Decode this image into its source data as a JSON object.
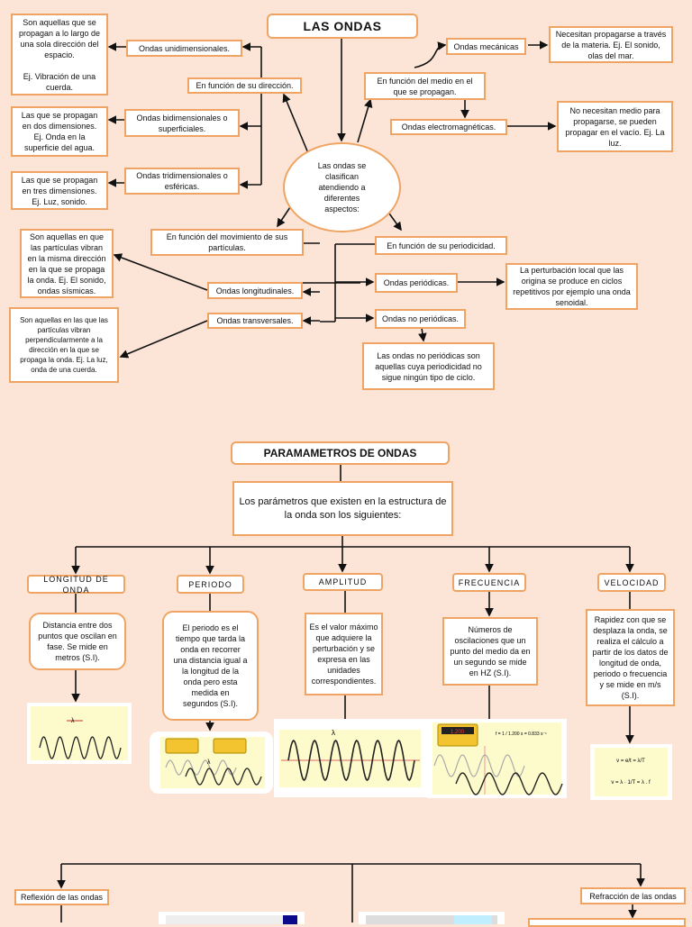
{
  "colors": {
    "background": "#fce5d6",
    "box_border": "#f0a464",
    "image_background": "#fdfbcc"
  },
  "section1": {
    "title": "LAS ONDAS",
    "center": "Las ondas se\nclasifican\natendiendo a\ndiferentes\naspectos:",
    "direccion": {
      "label": "En función de  su dirección.",
      "uni": "Ondas unidimensionales.",
      "uni_desc": "Son aquellas que se\npropagan a lo largo de\nuna sola dirección del\nespacio.\n\nEj. Vibración de una\ncuerda.",
      "bi": "Ondas bidimensionales o\nsuperficiales.",
      "bi_desc": "Las que se propagan\nen dos dimensiones.\nEj. Onda en la\nsuperficie del agua.",
      "tri": "Ondas tridimensionales o\nesféricas.",
      "tri_desc": "Las que se propagan\nen tres dimensiones.\nEj. Luz, sonido."
    },
    "medio": {
      "label": "En función del medio en el\nque se propagan.",
      "mec": "Ondas mecánicas",
      "mec_desc": "Necesitan propagarse a través\nde la materia. Ej. El sonido,\nolas del mar.",
      "em": "Ondas electromagnéticas.",
      "em_desc": "No necesitan medio para\npropagarse, se pueden\npropagar en el vacío. Ej. La\nluz."
    },
    "movimiento": {
      "label": "En función del movimiento de sus\npartículas.",
      "long": "Ondas longitudinales.",
      "long_desc": "Son aquellas en que\nlas partículas vibran\nen la misma dirección\nen la que se propaga\nla onda. Ej. El sonido,\nondas sísmicas.",
      "trans": "Ondas transversales.",
      "trans_desc": "Son aquellas en las que las\npartículas vibran\nperpendicularmente a la\ndirección en la que se\npropaga la onda. Ej. La luz,\nonda de una cuerda."
    },
    "periodicidad": {
      "label": "En función de su periodicidad.",
      "per": "Ondas periódicas.",
      "per_desc": "La perturbación local que las\norigina se produce en ciclos\nrepetitivos por ejemplo una onda\nsenoidal.",
      "noper": "Ondas no periódicas.",
      "noper_desc": "Las ondas no periódicas son\naquellas cuya periodicidad no\nsigue ningún tipo de ciclo."
    }
  },
  "section2": {
    "title": "PARAMAMETROS DE ONDAS",
    "intro": "Los parámetros que existen en la estructura de\nla onda son los siguientes:",
    "params": [
      {
        "name": "LONGITUD DE ONDA",
        "desc": "Distancia entre dos\npuntos que oscilan en\nfase. Se mide en\nmetros (S.I).",
        "image_label": "λ"
      },
      {
        "name": "PERIODO",
        "desc": "El periodo es el\ntiempo que tarda la\nonda en recorrer\nuna distancia igual a\nla longitud de la\nonda pero esta\nmedida en\nsegundos (S.I).",
        "image_label": "λ"
      },
      {
        "name": "AMPLITUD",
        "desc": "Es el valor máximo\nque adquiere la\nperturbación y se\nexpresa en las\nunidades\ncorrespondientes.",
        "image_label": "λ"
      },
      {
        "name": "FRECUENCIA",
        "desc": "Números de\noscilaciones que un\npunto del medio da en\nun segundo se mide\nen HZ (S.I).",
        "image_label": "f = 1 / 1.200 s = 0.833 s⁻¹",
        "timer": "1.200"
      },
      {
        "name": "VELOCIDAD",
        "desc": "Rapidez con que se\ndesplaza la onda, se\nrealiza el cálculo a\npartir de los datos de\nlongitud de onda,\nperiodo o frecuencia\ny se mide en m/s\n(S.I).",
        "formula1": "v = e/t = λ/T",
        "formula2": "v = λ · 1/T = λ . f"
      }
    ]
  },
  "section3": {
    "reflexion": "Reflexión de las ondas",
    "refraccion": "Refracción de las ondas"
  }
}
